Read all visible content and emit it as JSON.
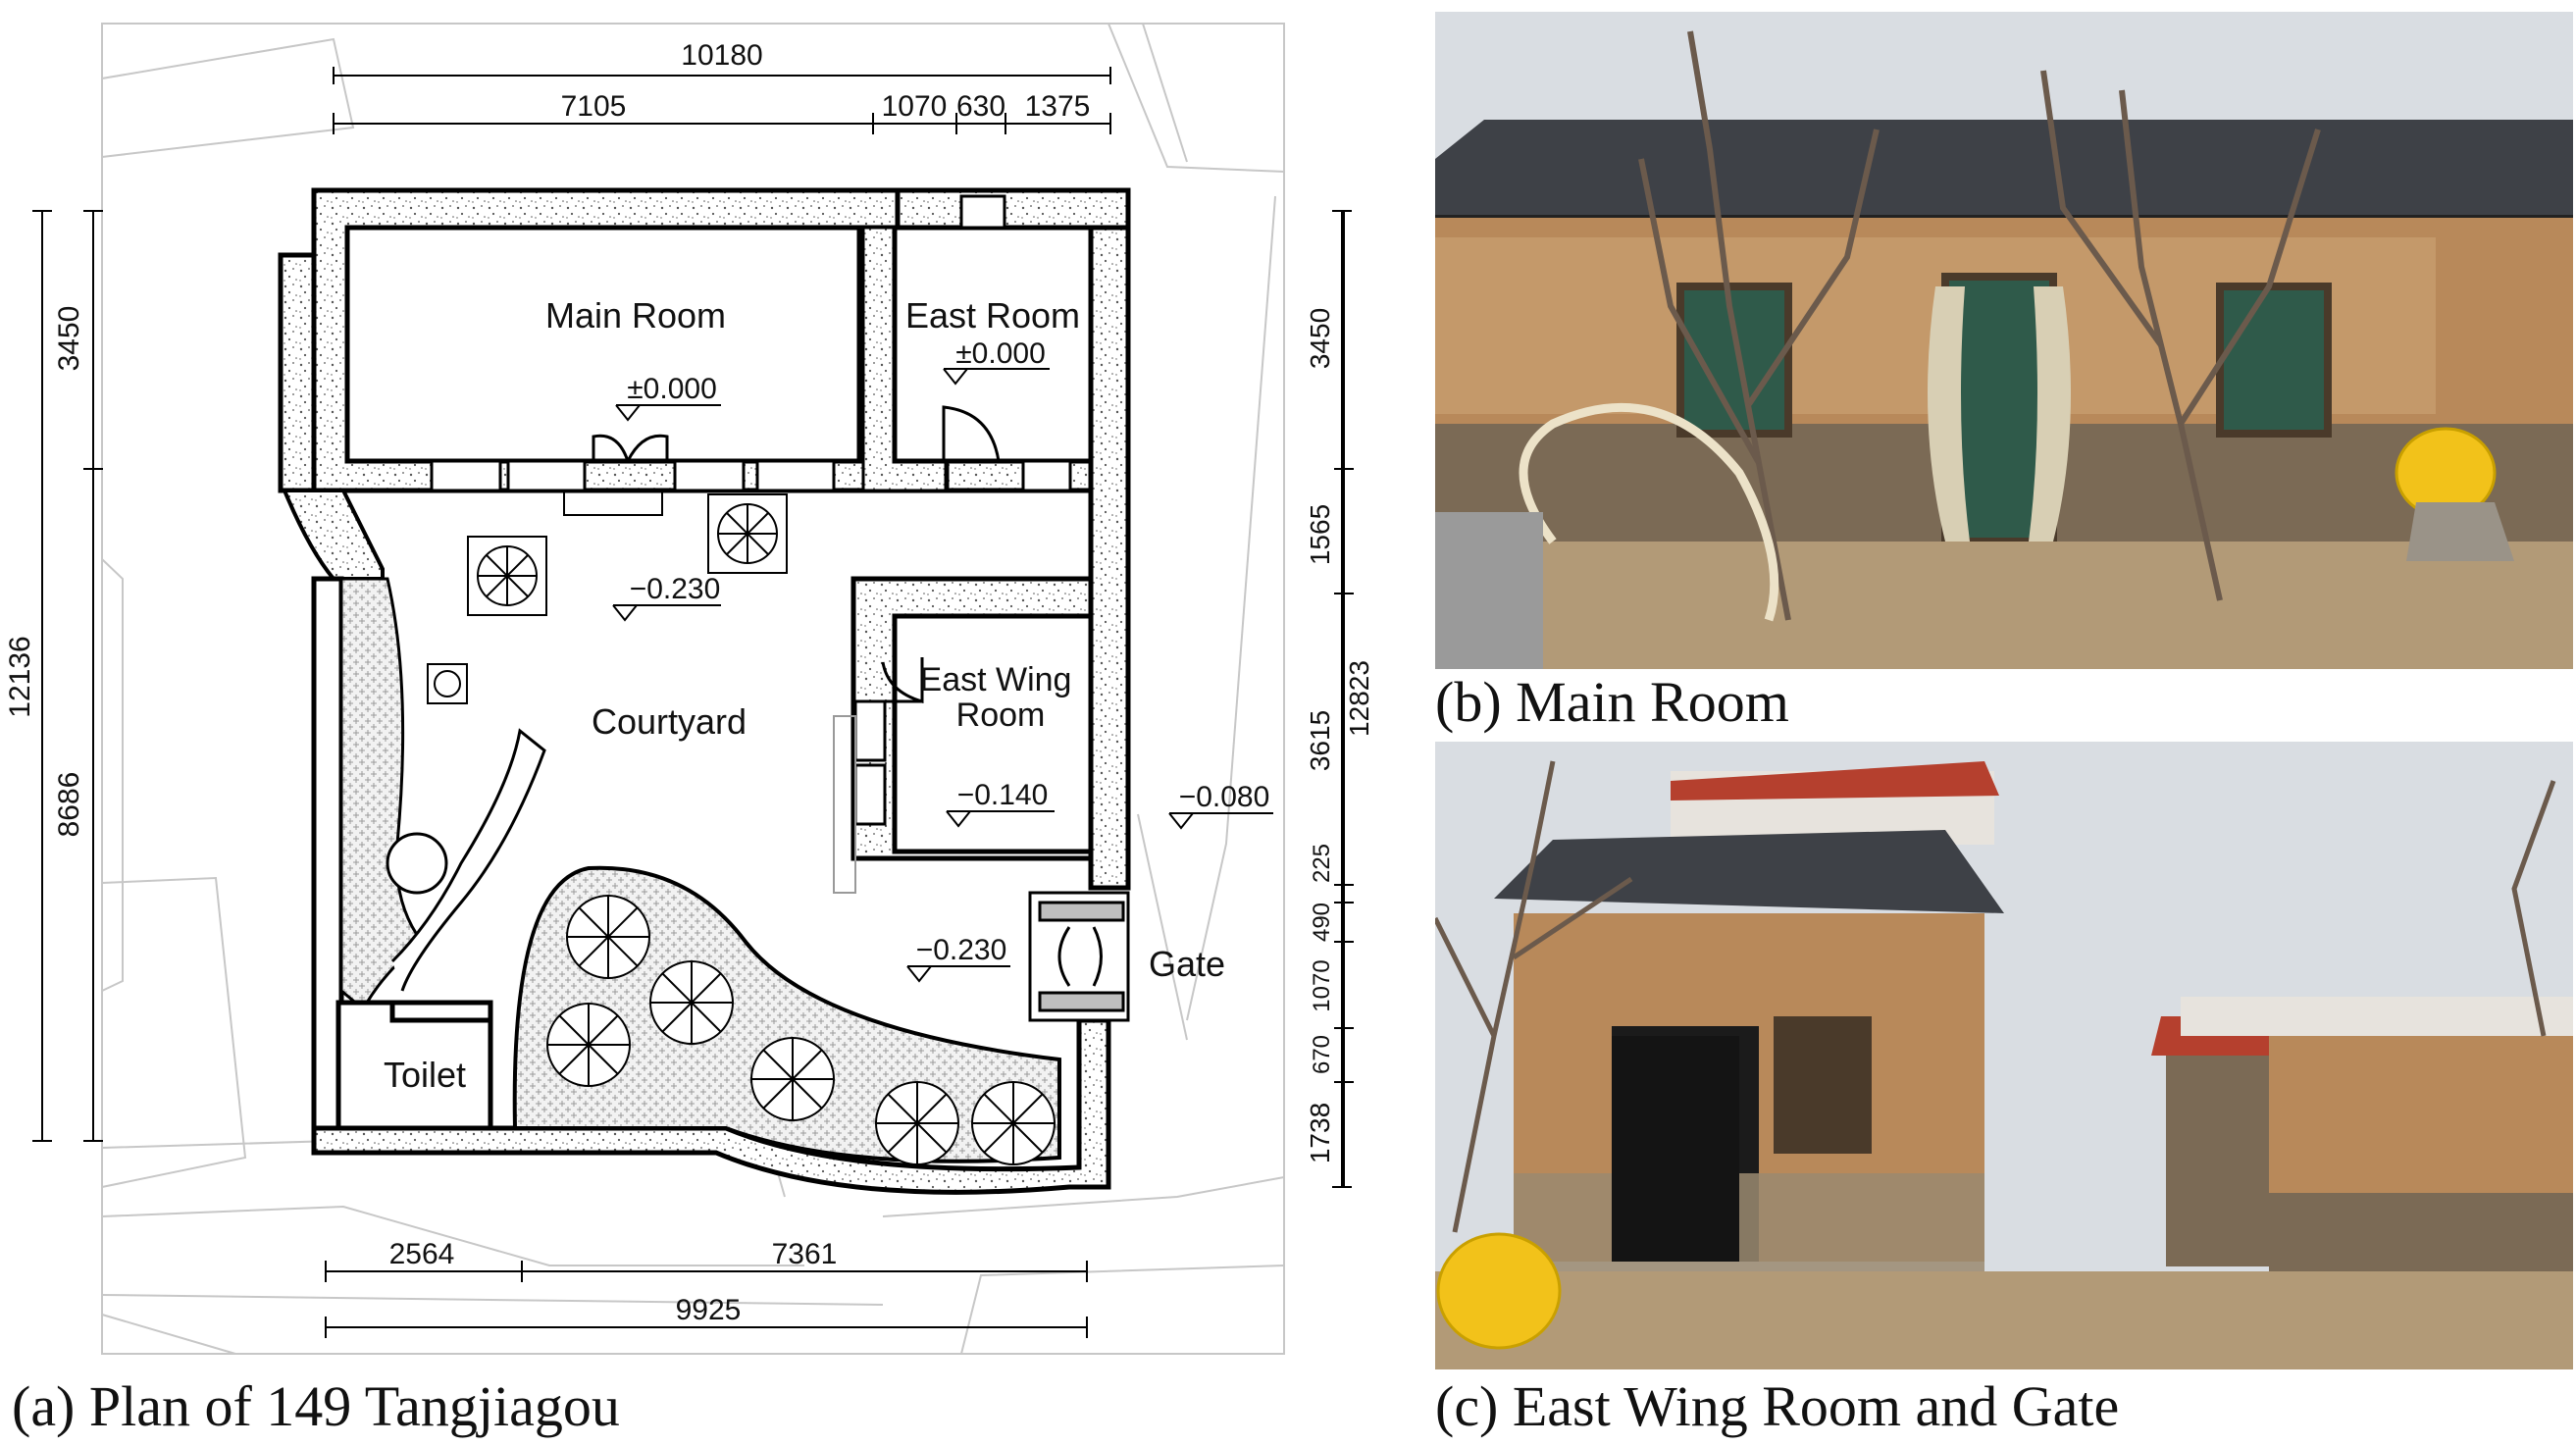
{
  "plan": {
    "caption": "(a) Plan of 149 Tangjiagou",
    "dims_top": [
      "10180",
      "7105",
      "1070",
      "630",
      "1375"
    ],
    "dims_left": [
      "3450",
      "12136",
      "8686"
    ],
    "dims_right": [
      "3450",
      "1565",
      "3615",
      "12823",
      "1738",
      "490",
      "225",
      "1070",
      "670"
    ],
    "dims_bottom": [
      "2564",
      "7361",
      "9925"
    ],
    "rooms": {
      "main_room": "Main Room",
      "east_room": "East Room",
      "courtyard": "Courtyard",
      "east_wing_line1": "East Wing",
      "east_wing_line2": "Room",
      "toilet": "Toilet",
      "gate": "Gate"
    },
    "levels": {
      "main": "±0.000",
      "east": "±0.000",
      "courtyard_top": "−0.230",
      "wing": "−0.140",
      "outside": "−0.080",
      "courtyard_bottom": "−0.230"
    }
  },
  "photos": {
    "main_room_caption": "(b) Main Room",
    "east_wing_caption": "(c) East Wing Room and Gate"
  },
  "colors": {
    "stone_wall": "#7b6a55",
    "mud_wall": "#b8895a",
    "roof_tile": "#3e4147",
    "sky": "#d9dde2",
    "ground": "#b29a77",
    "door_green": "#2f5a4a",
    "red_roof": "#b5402e",
    "dish_yellow": "#f2c21a"
  }
}
